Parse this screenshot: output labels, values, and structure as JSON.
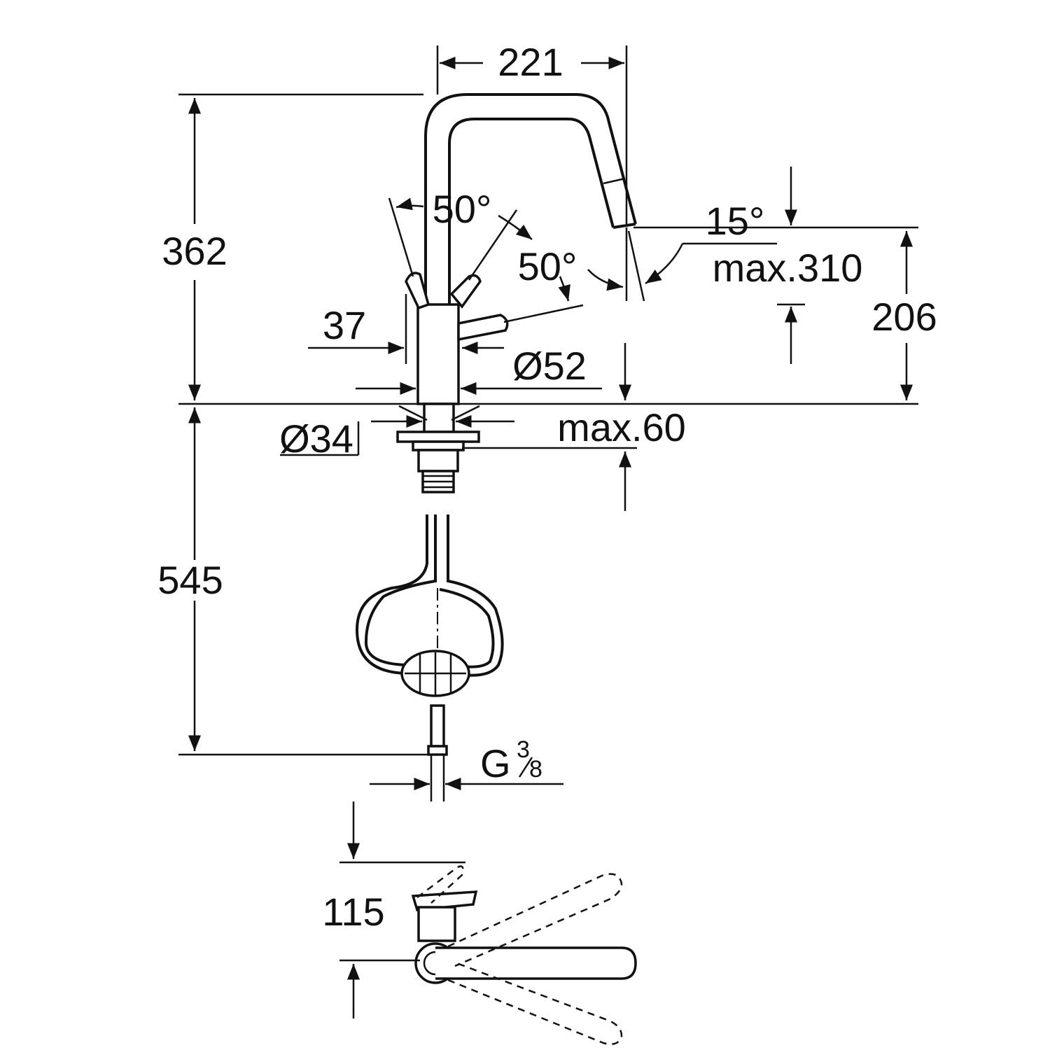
{
  "dimensions": {
    "spout_reach": "221",
    "height_above_deck": "362",
    "lever_swing_top": "50°",
    "lever_swing_side": "50°",
    "spray_angle": "15°",
    "pullout_length": "max.310",
    "outlet_height": "206",
    "lever_offset": "37",
    "base_diameter": "Ø52",
    "shank_diameter": "Ø34",
    "max_deck_thickness": "max.60",
    "hose_length": "545",
    "connection_thread_prefix": "G",
    "connection_thread_numerator": "3",
    "connection_thread_denominator": "8",
    "plan_view_dimension": "115"
  }
}
